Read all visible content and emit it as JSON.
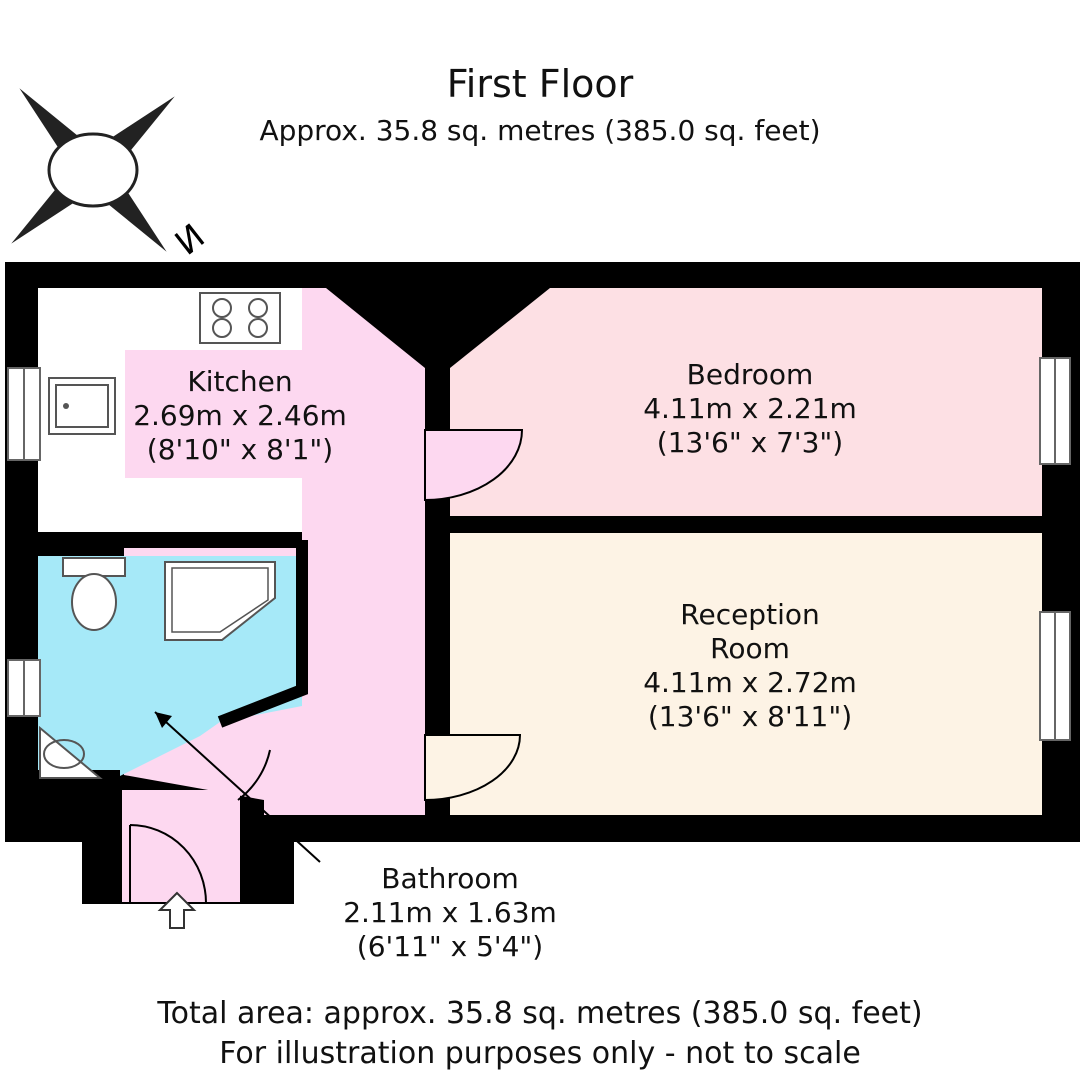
{
  "header": {
    "title": "First Floor",
    "subtitle": "Approx. 35.8 sq. metres (385.0 sq. feet)"
  },
  "compass": {
    "label": "N"
  },
  "rooms": {
    "kitchen": {
      "name": "Kitchen",
      "metric": "2.69m x 2.46m",
      "imperial": "(8'10\" x 8'1\")"
    },
    "bedroom": {
      "name": "Bedroom",
      "metric": "4.11m x 2.21m",
      "imperial": "(13'6\" x 7'3\")"
    },
    "reception": {
      "name_line1": "Reception",
      "name_line2": "Room",
      "metric": "4.11m x 2.72m",
      "imperial": "(13'6\" x 8'11\")"
    },
    "bathroom": {
      "name": "Bathroom",
      "metric": "2.11m x 1.63m",
      "imperial": "(6'11\" x 5'4\")"
    }
  },
  "footer": {
    "line1": "Total area: approx. 35.8 sq. metres (385.0 sq. feet)",
    "line2": "For illustration purposes only - not to scale"
  },
  "colors": {
    "wall": "#000000",
    "kitchen_floor": "#ffffff",
    "hall": "#fdd8f0",
    "bedroom": "#fde0e4",
    "reception": "#fdf3e5",
    "bathroom": "#a6e9f8"
  }
}
